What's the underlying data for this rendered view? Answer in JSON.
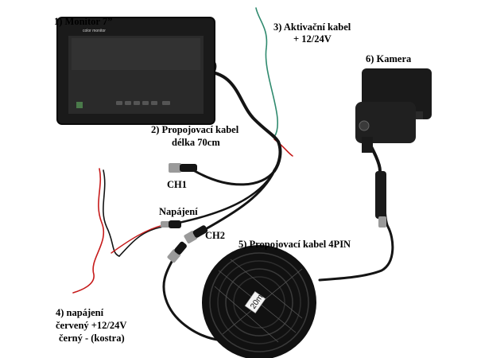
{
  "labels": {
    "monitor": "1) Monitor 7”",
    "trigger_cable_line1": "3) Aktivační kabel",
    "trigger_cable_line2": "+ 12/24V",
    "camera": "6) Kamera",
    "link_cable_line1": "2) Propojovací kabel",
    "link_cable_line2": "délka 70cm",
    "ch1": "CH1",
    "power_conn": "Napájení",
    "ch2": "CH2",
    "cable_4pin": "5) Propojovací kabel 4PIN",
    "power_line1": "4) napájení",
    "power_line2": "červený +12/24V",
    "power_line3": "černý - (kostra)"
  },
  "monitor_brand": "color monitor",
  "coil_tag": "20m",
  "colors": {
    "background": "#ffffff",
    "label_text": "#000000",
    "cable_black": "#141414",
    "wire_red": "#c61a1a",
    "wire_green": "#2f8a6e",
    "monitor_screen": "#2a2a2a",
    "connector_metal": "#9a9a9a"
  }
}
